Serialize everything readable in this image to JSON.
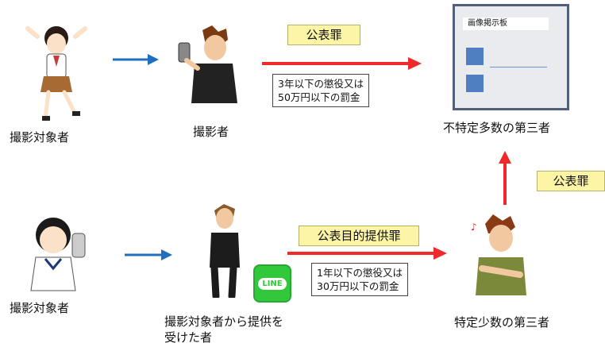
{
  "top_row": {
    "subject_label": "撮影対象者",
    "photographer_label": "撮影者",
    "crime_tag": "公表罪",
    "penalty_lines": [
      "3年以下の懲役又は",
      "50万円以下の罰金"
    ],
    "audience_label": "不特定多数の第三者",
    "board_title": "画像掲示板"
  },
  "bottom_row": {
    "subject_label": "撮影対象者",
    "recipient_label_lines": [
      "撮影対象者から提供を",
      "受けた者"
    ],
    "crime_tag": "公表目的提供罪",
    "penalty_lines": [
      "1年以下の懲役又は",
      "30万円以下の罰金"
    ],
    "third_party_label": "特定少数の第三者",
    "app_badge": "LINE"
  },
  "vertical_crime_tag": "公表罪",
  "colors": {
    "blue_arrow": "#1f6fbf",
    "red_arrow": "#ee2a2a",
    "tag_fill": "#fdf5a6",
    "board_border": "#50607a",
    "line_green": "#32c83c"
  }
}
